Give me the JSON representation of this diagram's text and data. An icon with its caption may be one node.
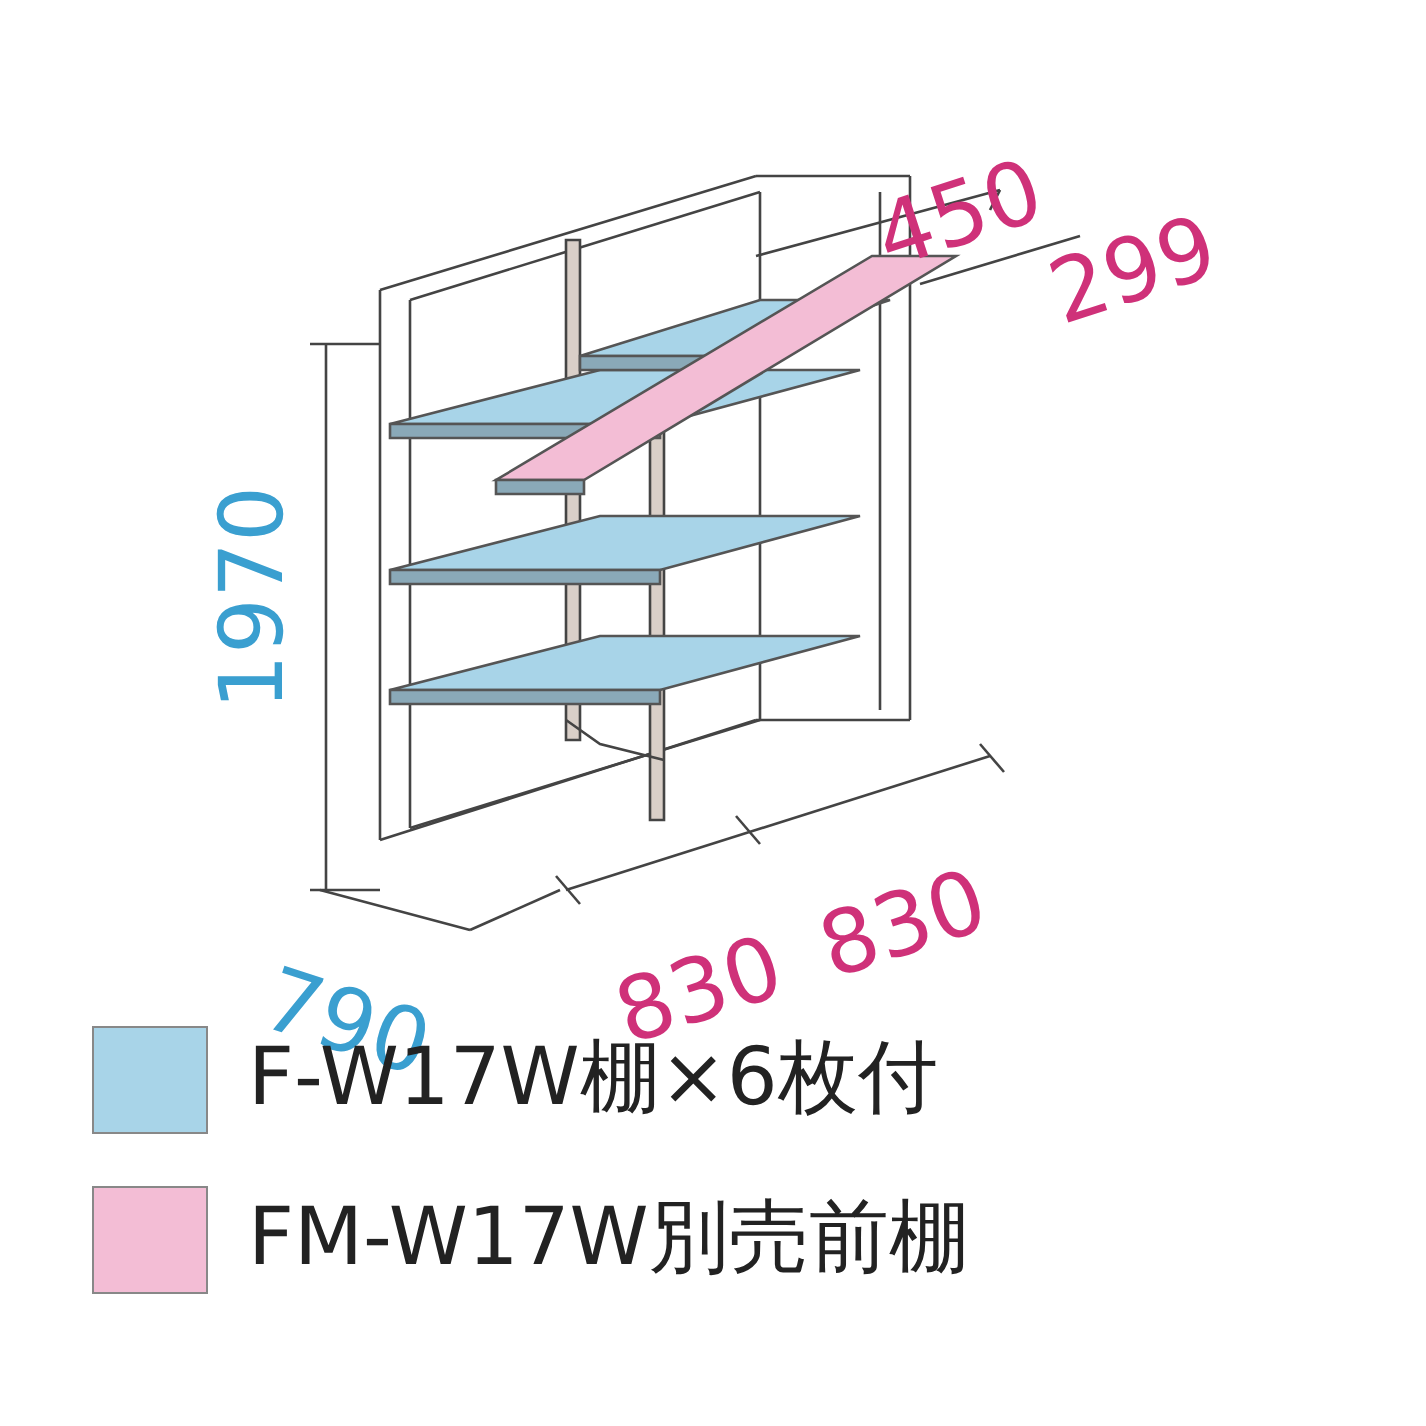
{
  "diagram": {
    "labels": [
      "450",
      "299",
      "1970",
      "790",
      "830",
      "830"
    ],
    "legend": [
      {
        "text": "F-W17W棚×6枚付",
        "color": "#a8d4e8"
      },
      {
        "text": "FM-W17W別売前棚",
        "color": "#f3bdd5"
      }
    ]
  }
}
